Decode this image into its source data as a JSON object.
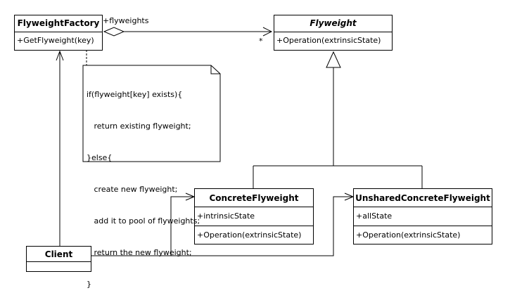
{
  "classes": {
    "flyweight_factory": {
      "name": "FlyweightFactory",
      "operation": "+GetFlyweight(key)"
    },
    "flyweight": {
      "name": "Flyweight",
      "operation": "+Operation(extrinsicState)"
    },
    "concrete_flyweight": {
      "name": "ConcreteFlyweight",
      "attribute": "+intrinsicState",
      "operation": "+Operation(extrinsicState)"
    },
    "unshared_concrete_flyweight": {
      "name": "UnsharedConcreteFlyweight",
      "attribute": "+allState",
      "operation": "+Operation(extrinsicState)"
    },
    "client": {
      "name": "Client"
    }
  },
  "associations": {
    "role": "+flyweights",
    "multiplicity": "*"
  },
  "note": {
    "lines": [
      "if(flyweight[key] exists){",
      "   return existing flyweight;",
      "}else{",
      "   create new flyweight;",
      "   add it to pool of flyweights;",
      "   return the new flyweight;",
      "}"
    ]
  }
}
